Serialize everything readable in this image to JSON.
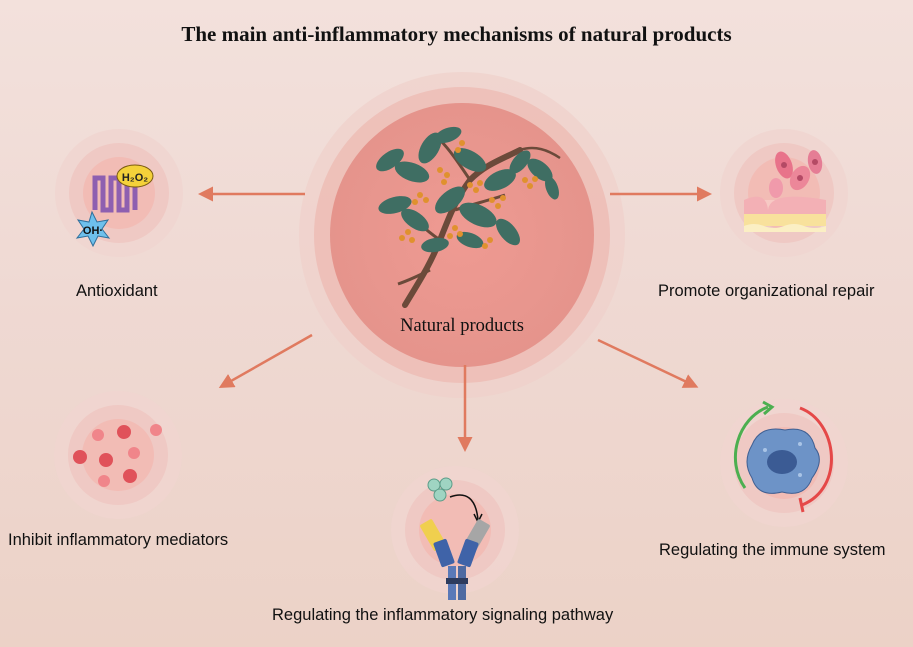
{
  "title": "The main anti-inflammatory mechanisms of natural products",
  "center": {
    "label": "Natural products"
  },
  "mechanisms": {
    "antioxidant": {
      "label": "Antioxidant",
      "icon_text_1": "H₂O₂",
      "icon_text_2": "OH·"
    },
    "repair": {
      "label": "Promote organizational repair"
    },
    "mediators": {
      "label": "Inhibit inflammatory mediators"
    },
    "signaling": {
      "label": "Regulating the inflammatory signaling pathway"
    },
    "immune": {
      "label": "Regulating the immune system"
    }
  },
  "colors": {
    "arrow": "#e07a5f",
    "halo": "#e9aaa2",
    "center_fill": "#e89a92",
    "leaf": "#3f6e63",
    "flower": "#e0912e",
    "mediator_dot": "#e0525a",
    "immune_cell": "#6d93c7",
    "green_arrow": "#4caf50",
    "red_arrow": "#e54848"
  }
}
